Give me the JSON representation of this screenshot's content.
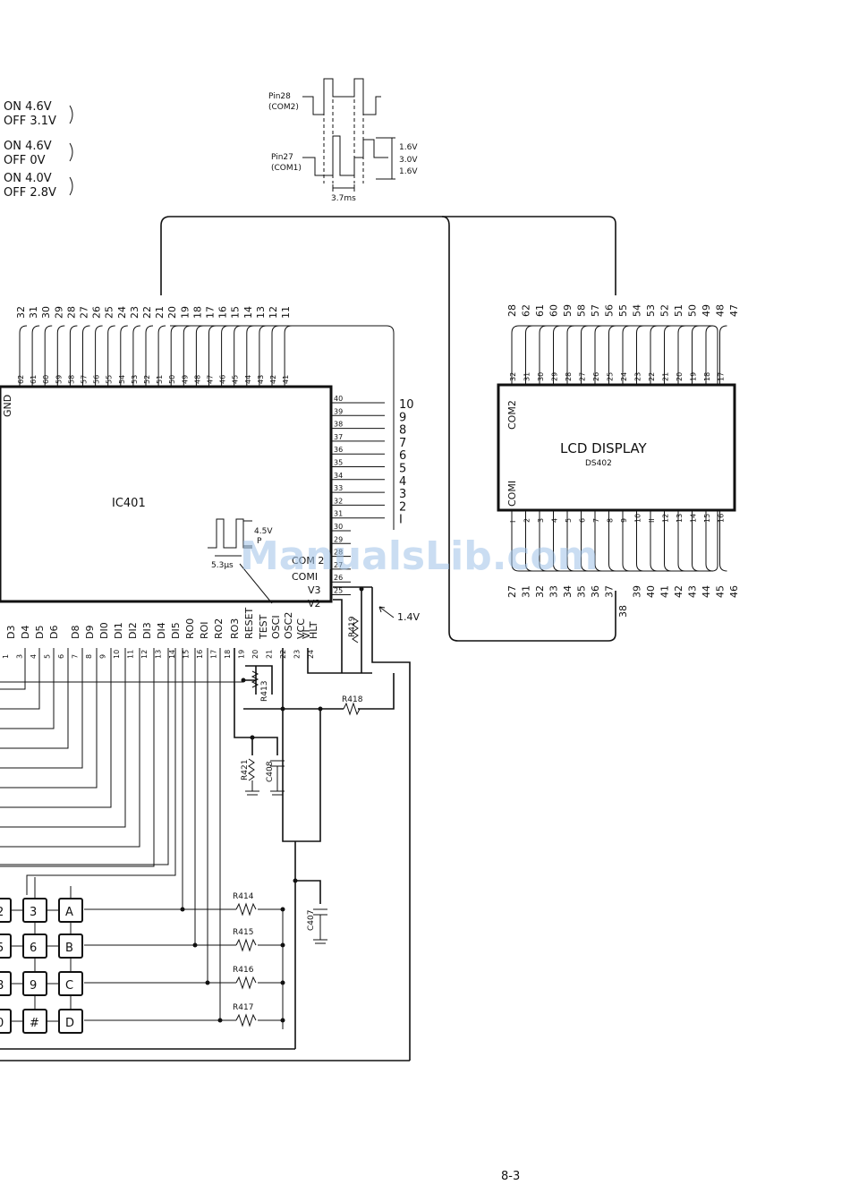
{
  "voltage_notes": [
    "ON 4.6V",
    "OFF 3.1V",
    "ON 4.6V",
    "OFF 0V",
    "ON 4.0V",
    "OFF 2.8V"
  ],
  "waveform_top": {
    "pin28": "Pin28",
    "com2": "(COM2)",
    "pin27": "Pin27",
    "com1": "(COM1)",
    "v1": "1.6V",
    "v2": "3.0V",
    "v3": "1.6V",
    "period": "3.7ms"
  },
  "ic": {
    "name": "IC401",
    "gnd": "GND",
    "pulse_voltage": "4.5V",
    "pulse_p": "P",
    "pulse_period": "5.3µs",
    "pin_com2": "COM 2",
    "pin_com1": "COMI",
    "pin_v3": "V3",
    "pin_v2": "V2",
    "bottom_labels": [
      "D3",
      "D4",
      "D5",
      "D6",
      "D8",
      "D9",
      "DI0",
      "DI1",
      "DI2",
      "DI3",
      "DI4",
      "DI5",
      "RO0",
      "ROI",
      "RO2",
      "RO3",
      "RESET",
      "TEST",
      "OSCI",
      "OSC2",
      "VCC",
      "HLT",
      "VI"
    ],
    "bottom_pins": [
      "1",
      "3",
      "4",
      "5",
      "6",
      "7",
      "8",
      "9",
      "10",
      "11",
      "12",
      "13",
      "14",
      "15",
      "16",
      "17",
      "18",
      "19",
      "20",
      "21",
      "22",
      "23",
      "24"
    ],
    "top_pins_outer": [
      "32",
      "31",
      "30",
      "29",
      "28",
      "27",
      "26",
      "25",
      "24",
      "23",
      "22",
      "21",
      "20",
      "19",
      "18",
      "17",
      "16",
      "15",
      "14",
      "13",
      "12",
      "11"
    ],
    "top_pins_inner": [
      "62",
      "61",
      "60",
      "59",
      "58",
      "57",
      "56",
      "55",
      "54",
      "53",
      "52",
      "51",
      "50",
      "49",
      "48",
      "47",
      "46",
      "45",
      "44",
      "43",
      "42",
      "41"
    ],
    "right_pins_inner": [
      "40",
      "39",
      "38",
      "37",
      "36",
      "35",
      "34",
      "33",
      "32",
      "31",
      "30",
      "29",
      "28",
      "27",
      "26",
      "25"
    ],
    "right_pins_outer": [
      "10",
      "9",
      "8",
      "7",
      "6",
      "5",
      "4",
      "3",
      "2",
      "I"
    ],
    "v_14": "1.4V"
  },
  "lcd": {
    "title": "LCD DISPLAY",
    "ref": "DS402",
    "com2": "COM2",
    "com1": "COMI",
    "top_outer": [
      "28",
      "62",
      "61",
      "60",
      "59",
      "58",
      "57",
      "56",
      "55",
      "54",
      "53",
      "52",
      "51",
      "50",
      "49",
      "48",
      "47"
    ],
    "top_inner": [
      "32",
      "31",
      "30",
      "29",
      "28",
      "27",
      "26",
      "25",
      "24",
      "23",
      "22",
      "21",
      "20",
      "19",
      "18",
      "17"
    ],
    "bottom_inner": [
      "I",
      "2",
      "3",
      "4",
      "5",
      "6",
      "7",
      "8",
      "9",
      "10",
      "II",
      "12",
      "13",
      "14",
      "15",
      "16"
    ],
    "bottom_outer": [
      "27",
      "31",
      "32",
      "33",
      "34",
      "35",
      "36",
      "37",
      "38",
      "39",
      "40",
      "41",
      "42",
      "43",
      "44",
      "45",
      "46"
    ]
  },
  "components": {
    "r413": "R413",
    "r418": "R418",
    "r419": "R419",
    "r421": "R421",
    "c408": "C408",
    "c407": "C407",
    "r414": "R414",
    "r415": "R415",
    "r416": "R416",
    "r417": "R417"
  },
  "keypad": {
    "left_partial": [
      "2",
      "5",
      "8",
      "0"
    ],
    "mid": [
      "3",
      "6",
      "9",
      "#"
    ],
    "right": [
      "A",
      "B",
      "C",
      "D"
    ]
  },
  "footer": {
    "page": "8-3",
    "watermark": "ManualsLib.com"
  }
}
